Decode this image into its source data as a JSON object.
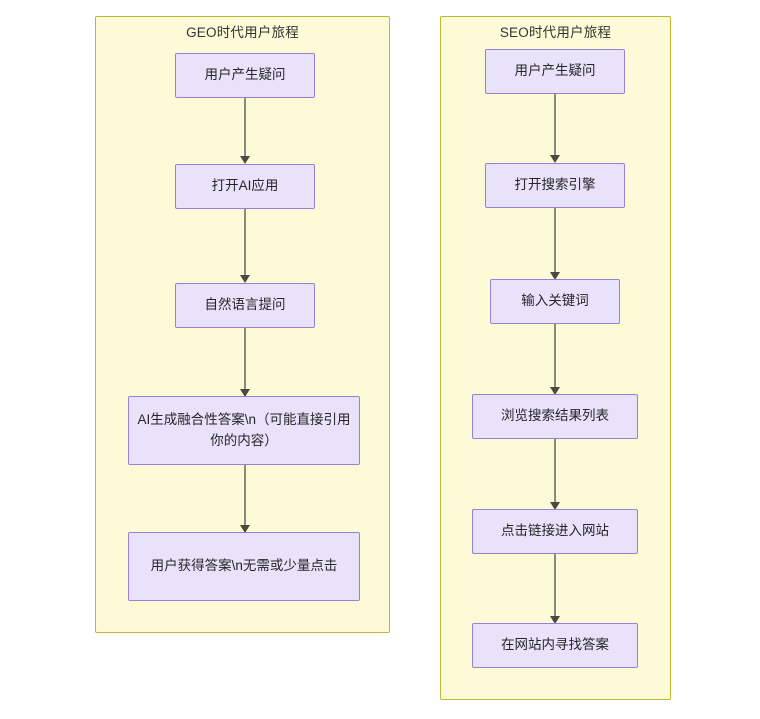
{
  "diagram": {
    "kind": "flowchart",
    "direction": "top-down",
    "background_color": "#ffffff",
    "palette": {
      "subgraph_fill": "#fdfbd7",
      "subgraph_border": "#bfb72e",
      "node_fill": "#e8e2fb",
      "node_border": "#9b7fd4",
      "node_text": "#262626",
      "edge_line": "#8a8a7d",
      "arrowhead": "#4a4a42",
      "title_text": "#333333"
    },
    "columns": [
      {
        "id": "geo",
        "title": "GEO时代用户旅程",
        "nodes": [
          {
            "id": "geo-1",
            "label": "用户产生疑问"
          },
          {
            "id": "geo-2",
            "label": "打开AI应用"
          },
          {
            "id": "geo-3",
            "label": "自然语言提问"
          },
          {
            "id": "geo-4",
            "label": "AI生成融合性答案\\n（可能直接引用你的内容）"
          },
          {
            "id": "geo-5",
            "label": "用户获得答案\\n无需或少量点击"
          }
        ],
        "edges": [
          {
            "from": "geo-1",
            "to": "geo-2"
          },
          {
            "from": "geo-2",
            "to": "geo-3"
          },
          {
            "from": "geo-3",
            "to": "geo-4"
          },
          {
            "from": "geo-4",
            "to": "geo-5"
          }
        ]
      },
      {
        "id": "seo",
        "title": "SEO时代用户旅程",
        "nodes": [
          {
            "id": "seo-1",
            "label": "用户产生疑问"
          },
          {
            "id": "seo-2",
            "label": "打开搜索引擎"
          },
          {
            "id": "seo-3",
            "label": "输入关键词"
          },
          {
            "id": "seo-4",
            "label": "浏览搜索结果列表"
          },
          {
            "id": "seo-5",
            "label": "点击链接进入网站"
          },
          {
            "id": "seo-6",
            "label": "在网站内寻找答案"
          }
        ],
        "edges": [
          {
            "from": "seo-1",
            "to": "seo-2"
          },
          {
            "from": "seo-2",
            "to": "seo-3"
          },
          {
            "from": "seo-3",
            "to": "seo-4"
          },
          {
            "from": "seo-4",
            "to": "seo-5"
          },
          {
            "from": "seo-5",
            "to": "seo-6"
          }
        ]
      }
    ]
  }
}
